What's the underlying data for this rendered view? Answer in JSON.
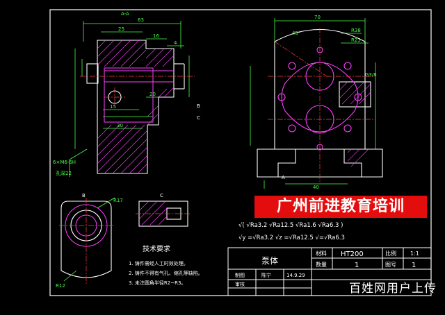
{
  "views": {
    "section_label": "A-A",
    "dim_63": "63",
    "dim_25": "25",
    "dim_16": "16",
    "dim_4": "4",
    "dim_15": "15",
    "dim_20": "20",
    "dim_30": "30",
    "dim_70": "70",
    "dim_40": "40",
    "dim_r38": "R38",
    "dim_r23": "R23",
    "dim_r17": "R17",
    "dim_r12": "R12",
    "dim_45": "45°",
    "thread_left": "6×M6-6H",
    "thread_depth": "孔深22",
    "pipe_thread": "G3/8",
    "label_a": "A",
    "label_b": "B",
    "label_c": "C"
  },
  "roughness": {
    "general": "√( √Ra3.2 √Ra12.5 √Ra1.6 √Ra6.3 )",
    "legend_row": "√y =√Ra3.2  √z =√Ra12.5  √=√Ra6.3"
  },
  "notes": {
    "title": "技术要求",
    "items": [
      "1. 铸件需经人工时效处理。",
      "2. 铸件不得有气孔、缩孔等缺陷。",
      "3. 未注圆角半径R2~R3。"
    ]
  },
  "title_block": {
    "part_name": "泵体",
    "material_label": "材料",
    "material_value": "HT200",
    "scale_label": "比例",
    "scale_value": "1:1",
    "qty_label": "数量",
    "qty_value": "1",
    "drawing_no_label": "图号",
    "drawing_no_value": "1",
    "drawn_label": "制图",
    "drawn_name": "陈宁",
    "date": "14.9.29",
    "check_label": "审核"
  },
  "banner": "广州前进教育培训",
  "watermark": "百姓网用户上传",
  "colors": {
    "background": "#000000",
    "outline": "#ffffff",
    "geometry": "#ff40ff",
    "dimension": "#4cff4c",
    "centerline": "#ff4040",
    "hatch": "#ff40ff",
    "banner": "#e40d0d"
  }
}
